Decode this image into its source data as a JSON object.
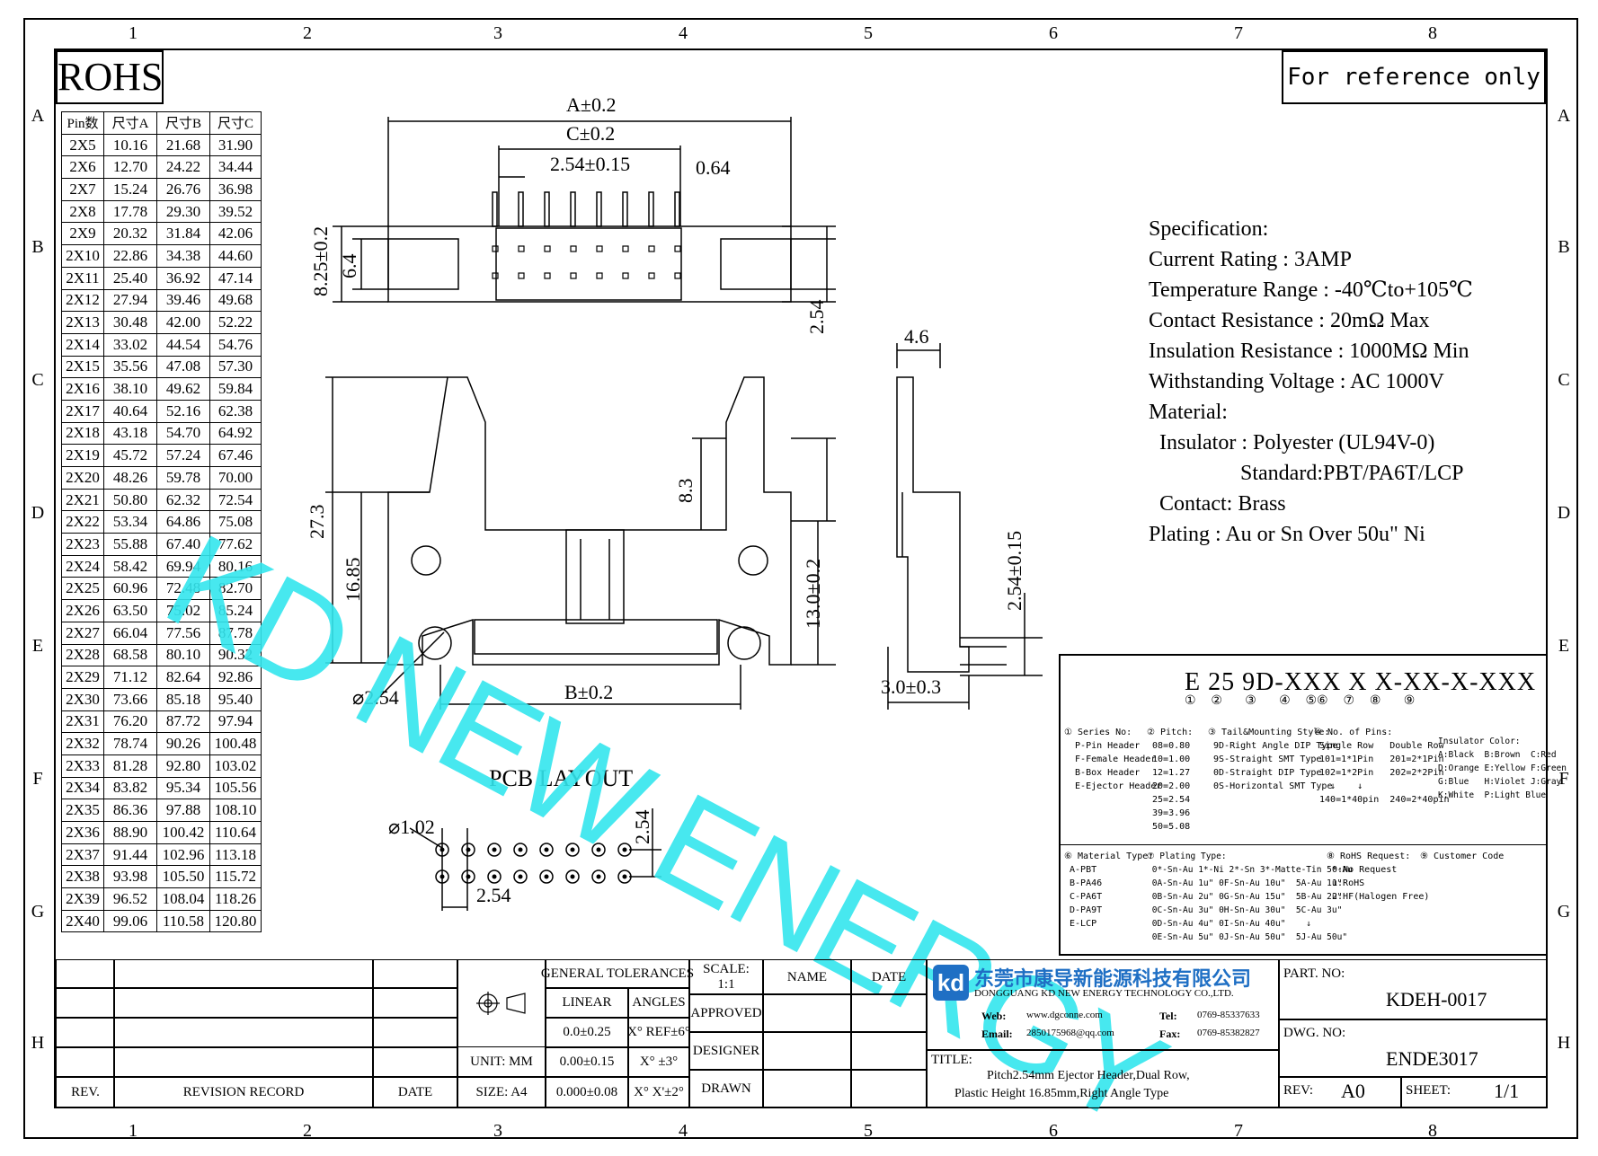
{
  "zones": {
    "cols": [
      "1",
      "2",
      "3",
      "4",
      "5",
      "6",
      "7",
      "8"
    ],
    "rows": [
      "A",
      "B",
      "C",
      "D",
      "E",
      "F",
      "G",
      "H"
    ]
  },
  "badge": "ROHS",
  "note": "For reference only",
  "dims_table": {
    "headers": [
      "Pin数",
      "尺寸A",
      "尺寸B",
      "尺寸C"
    ],
    "rows": [
      [
        "2X5",
        "10.16",
        "21.68",
        "31.90"
      ],
      [
        "2X6",
        "12.70",
        "24.22",
        "34.44"
      ],
      [
        "2X7",
        "15.24",
        "26.76",
        "36.98"
      ],
      [
        "2X8",
        "17.78",
        "29.30",
        "39.52"
      ],
      [
        "2X9",
        "20.32",
        "31.84",
        "42.06"
      ],
      [
        "2X10",
        "22.86",
        "34.38",
        "44.60"
      ],
      [
        "2X11",
        "25.40",
        "36.92",
        "47.14"
      ],
      [
        "2X12",
        "27.94",
        "39.46",
        "49.68"
      ],
      [
        "2X13",
        "30.48",
        "42.00",
        "52.22"
      ],
      [
        "2X14",
        "33.02",
        "44.54",
        "54.76"
      ],
      [
        "2X15",
        "35.56",
        "47.08",
        "57.30"
      ],
      [
        "2X16",
        "38.10",
        "49.62",
        "59.84"
      ],
      [
        "2X17",
        "40.64",
        "52.16",
        "62.38"
      ],
      [
        "2X18",
        "43.18",
        "54.70",
        "64.92"
      ],
      [
        "2X19",
        "45.72",
        "57.24",
        "67.46"
      ],
      [
        "2X20",
        "48.26",
        "59.78",
        "70.00"
      ],
      [
        "2X21",
        "50.80",
        "62.32",
        "72.54"
      ],
      [
        "2X22",
        "53.34",
        "64.86",
        "75.08"
      ],
      [
        "2X23",
        "55.88",
        "67.40",
        "77.62"
      ],
      [
        "2X24",
        "58.42",
        "69.94",
        "80.16"
      ],
      [
        "2X25",
        "60.96",
        "72.48",
        "82.70"
      ],
      [
        "2X26",
        "63.50",
        "75.02",
        "85.24"
      ],
      [
        "2X27",
        "66.04",
        "77.56",
        "87.78"
      ],
      [
        "2X28",
        "68.58",
        "80.10",
        "90.32"
      ],
      [
        "2X29",
        "71.12",
        "82.64",
        "92.86"
      ],
      [
        "2X30",
        "73.66",
        "85.18",
        "95.40"
      ],
      [
        "2X31",
        "76.20",
        "87.72",
        "97.94"
      ],
      [
        "2X32",
        "78.74",
        "90.26",
        "100.48"
      ],
      [
        "2X33",
        "81.28",
        "92.80",
        "103.02"
      ],
      [
        "2X34",
        "83.82",
        "95.34",
        "105.56"
      ],
      [
        "2X35",
        "86.36",
        "97.88",
        "108.10"
      ],
      [
        "2X36",
        "88.90",
        "100.42",
        "110.64"
      ],
      [
        "2X37",
        "91.44",
        "102.96",
        "113.18"
      ],
      [
        "2X38",
        "93.98",
        "105.50",
        "115.72"
      ],
      [
        "2X39",
        "96.52",
        "108.04",
        "118.26"
      ],
      [
        "2X40",
        "99.06",
        "110.58",
        "120.80"
      ]
    ]
  },
  "dimensions": {
    "a": "A±0.2",
    "c": "C±0.2",
    "pitch": "2.54±0.15",
    "pin_w": "0.64",
    "h_825": "8.25±0.2",
    "h_64": "6.4",
    "h_254": "2.54",
    "w_46": "4.6",
    "h_273": "27.3",
    "h_83": "8.3",
    "h_1685": "16.85",
    "h_130": "13.0±0.2",
    "v_254_015": "2.54±0.15",
    "w_30": "3.0±0.3",
    "b": "B±0.2",
    "hole": "⌀2.54",
    "pcb_hole": "⌀1.02",
    "pcb_pitch_v": "2.54",
    "pcb_pitch_h": "2.54"
  },
  "pcb_title": "PCB LAYOUT",
  "spec_lines": [
    "Specification:",
    "Current Rating : 3AMP",
    "Temperature Range : -40℃to+105℃",
    "Contact Resistance : 20mΩ Max",
    "Insulation Resistance : 1000MΩ Min",
    "Withstanding Voltage : AC 1000V",
    "Material:",
    "  Insulator : Polyester (UL94V-0)",
    "                 Standard:PBT/PA6T/LCP",
    "  Contact: Brass",
    "Plating : Au or Sn Over 50u\" Ni"
  ],
  "watermark": "KD NEW ENERGY",
  "part_code": "E 25 9D-XXX X X-XX-X-XXX",
  "part_circles": "①  ②   ③   ④  ⑤⑥  ⑦  ⑧   ⑨",
  "legend": {
    "series": "① Series No:\n  P-Pin Header\n  F-Female Header\n  B-Box Header\n  E-Ejector Header",
    "pitch": "② Pitch:\n 08=0.80\n 10=1.00\n 12=1.27\n 20=2.00\n 25=2.54\n 39=3.96\n 50=5.08",
    "style": "③ Tail&Mounting Style:\n 9D-Right Angle DIP Type\n 9S-Straight SMT Type\n 0D-Straight DIP Type\n 0S-Horizontal SMT Type",
    "pins": "④ No. of Pins:\n Single Row   Double Row\n 101=1*1Pin   201=2*1Pin\n 102=1*2Pin   202=2*2Pin\n   ↓    ↓\n 140=1*40pin  240=2*40pin",
    "color": "Insulator Color:\nA:Black  B:Brown  C:Red\nD:Orange E:Yellow F:Green\nG:Blue   H:Violet J:Gray\nK:White  P:Light Blue",
    "material": "⑥ Material Type:\n A-PBT\n B-PA46\n C-PA6T\n D-PA9T\n E-LCP",
    "plating": "⑦ Plating Type:\n 0*-Sn-Au 1*-Ni 2*-Sn 3*-Matte-Tin 5*-Au\n 0A-Sn-Au 1u\" 0F-Sn-Au 10u\"  5A-Au 1u\"\n 0B-Sn-Au 2u\" 0G-Sn-Au 15u\"  5B-Au 2u\"\n 0C-Sn-Au 3u\" 0H-Sn-Au 30u\"  5C-Au 3u\"\n 0D-Sn-Au 4u\" 0I-Sn-Au 40u\"    ↓\n 0E-Sn-Au 5u\" 0J-Sn-Au 50u\"  5J-Au 50u\"",
    "rohs": "⑧ RoHS Request:\n 0:No Request\n 1:RoHS\n 2:HF(Halogen Free)",
    "customer": "⑨ Customer Code"
  },
  "title_block": {
    "rev": "REV.",
    "revision_record": "REVISION RECORD",
    "date": "DATE",
    "general_tol": "GENERAL TOLERANCES",
    "linear": "LINEAR",
    "angles": "ANGLES",
    "tol1": "0.0±0.25",
    "tol2": "0.00±0.15",
    "tol3": "0.000±0.08",
    "ang1": "X° REF±6°",
    "ang2": "X° ±3°",
    "ang3": "X° X'±2°",
    "unit": "UNIT: MM",
    "size": "SIZE: A4",
    "scale_label": "SCALE:",
    "scale": "1:1",
    "name": "NAME",
    "date2": "DATE",
    "approved": "APPROVED",
    "designer": "DESIGNER",
    "drawn": "DRAWN",
    "company_cn": "东莞市康导新能源科技有限公司",
    "company_en": "DONGGUANG KD NEW ENERGY TECHNOLOGY CO.,LTD.",
    "web_label": "Web:",
    "web": "www.dgconne.com",
    "tel_label": "Tel:",
    "tel": "0769-85337633",
    "email_label": "Email:",
    "email": "2850175968@qq.com",
    "fax_label": "Fax:",
    "fax": "0769-85382827",
    "title_label": "TITLE:",
    "title_line1": "Pitch2.54mm Ejector Header,Dual Row,",
    "title_line2": "Plastic Height 16.85mm,Right Angle Type",
    "partno_label": "PART. NO:",
    "partno": "KDEH-0017",
    "dwgno_label": "DWG. NO:",
    "dwgno": "ENDE3017",
    "rev_label": "REV:",
    "rev_val": "A0",
    "sheet_label": "SHEET:",
    "sheet": "1/1"
  },
  "colors": {
    "watermark": "#34e6ee",
    "logo": "#1f6fc4",
    "line": "#000000"
  }
}
